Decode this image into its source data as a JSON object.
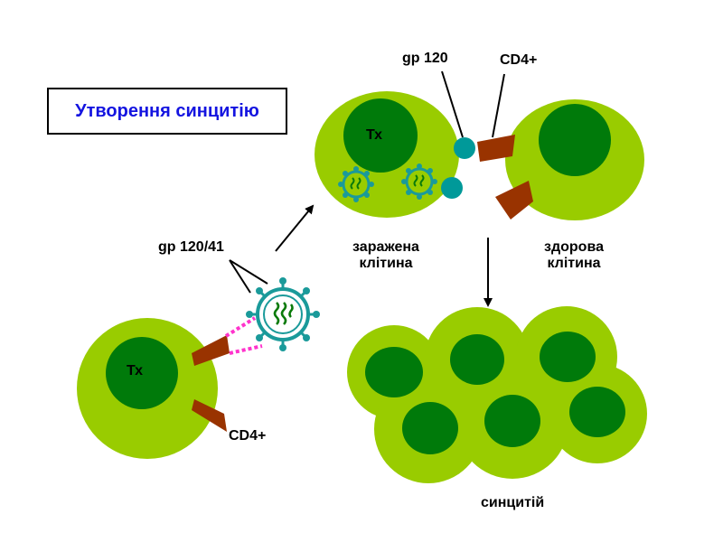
{
  "title": "Утворення синцитію",
  "labels": {
    "tx_infected": "Тх",
    "tx_bottom": "Тх",
    "gp120": "gp 120",
    "cd4_top": "CD4+",
    "cd4_bottom": "CD4+",
    "gp12041": "gp 120/41",
    "infected_cell": [
      "заражена",
      "клітина"
    ],
    "healthy_cell": [
      "здорова",
      "клітина"
    ],
    "syncytium": "синцитій"
  },
  "colors": {
    "cell_outer": "#99cc00",
    "cell_nucleus": "#007a0a",
    "receptor": "#993300",
    "virus_teal": "#1a9a9a",
    "gp120_knob": "#009999",
    "dotted_link": "#ff33cc",
    "title_text": "#1414e0"
  }
}
